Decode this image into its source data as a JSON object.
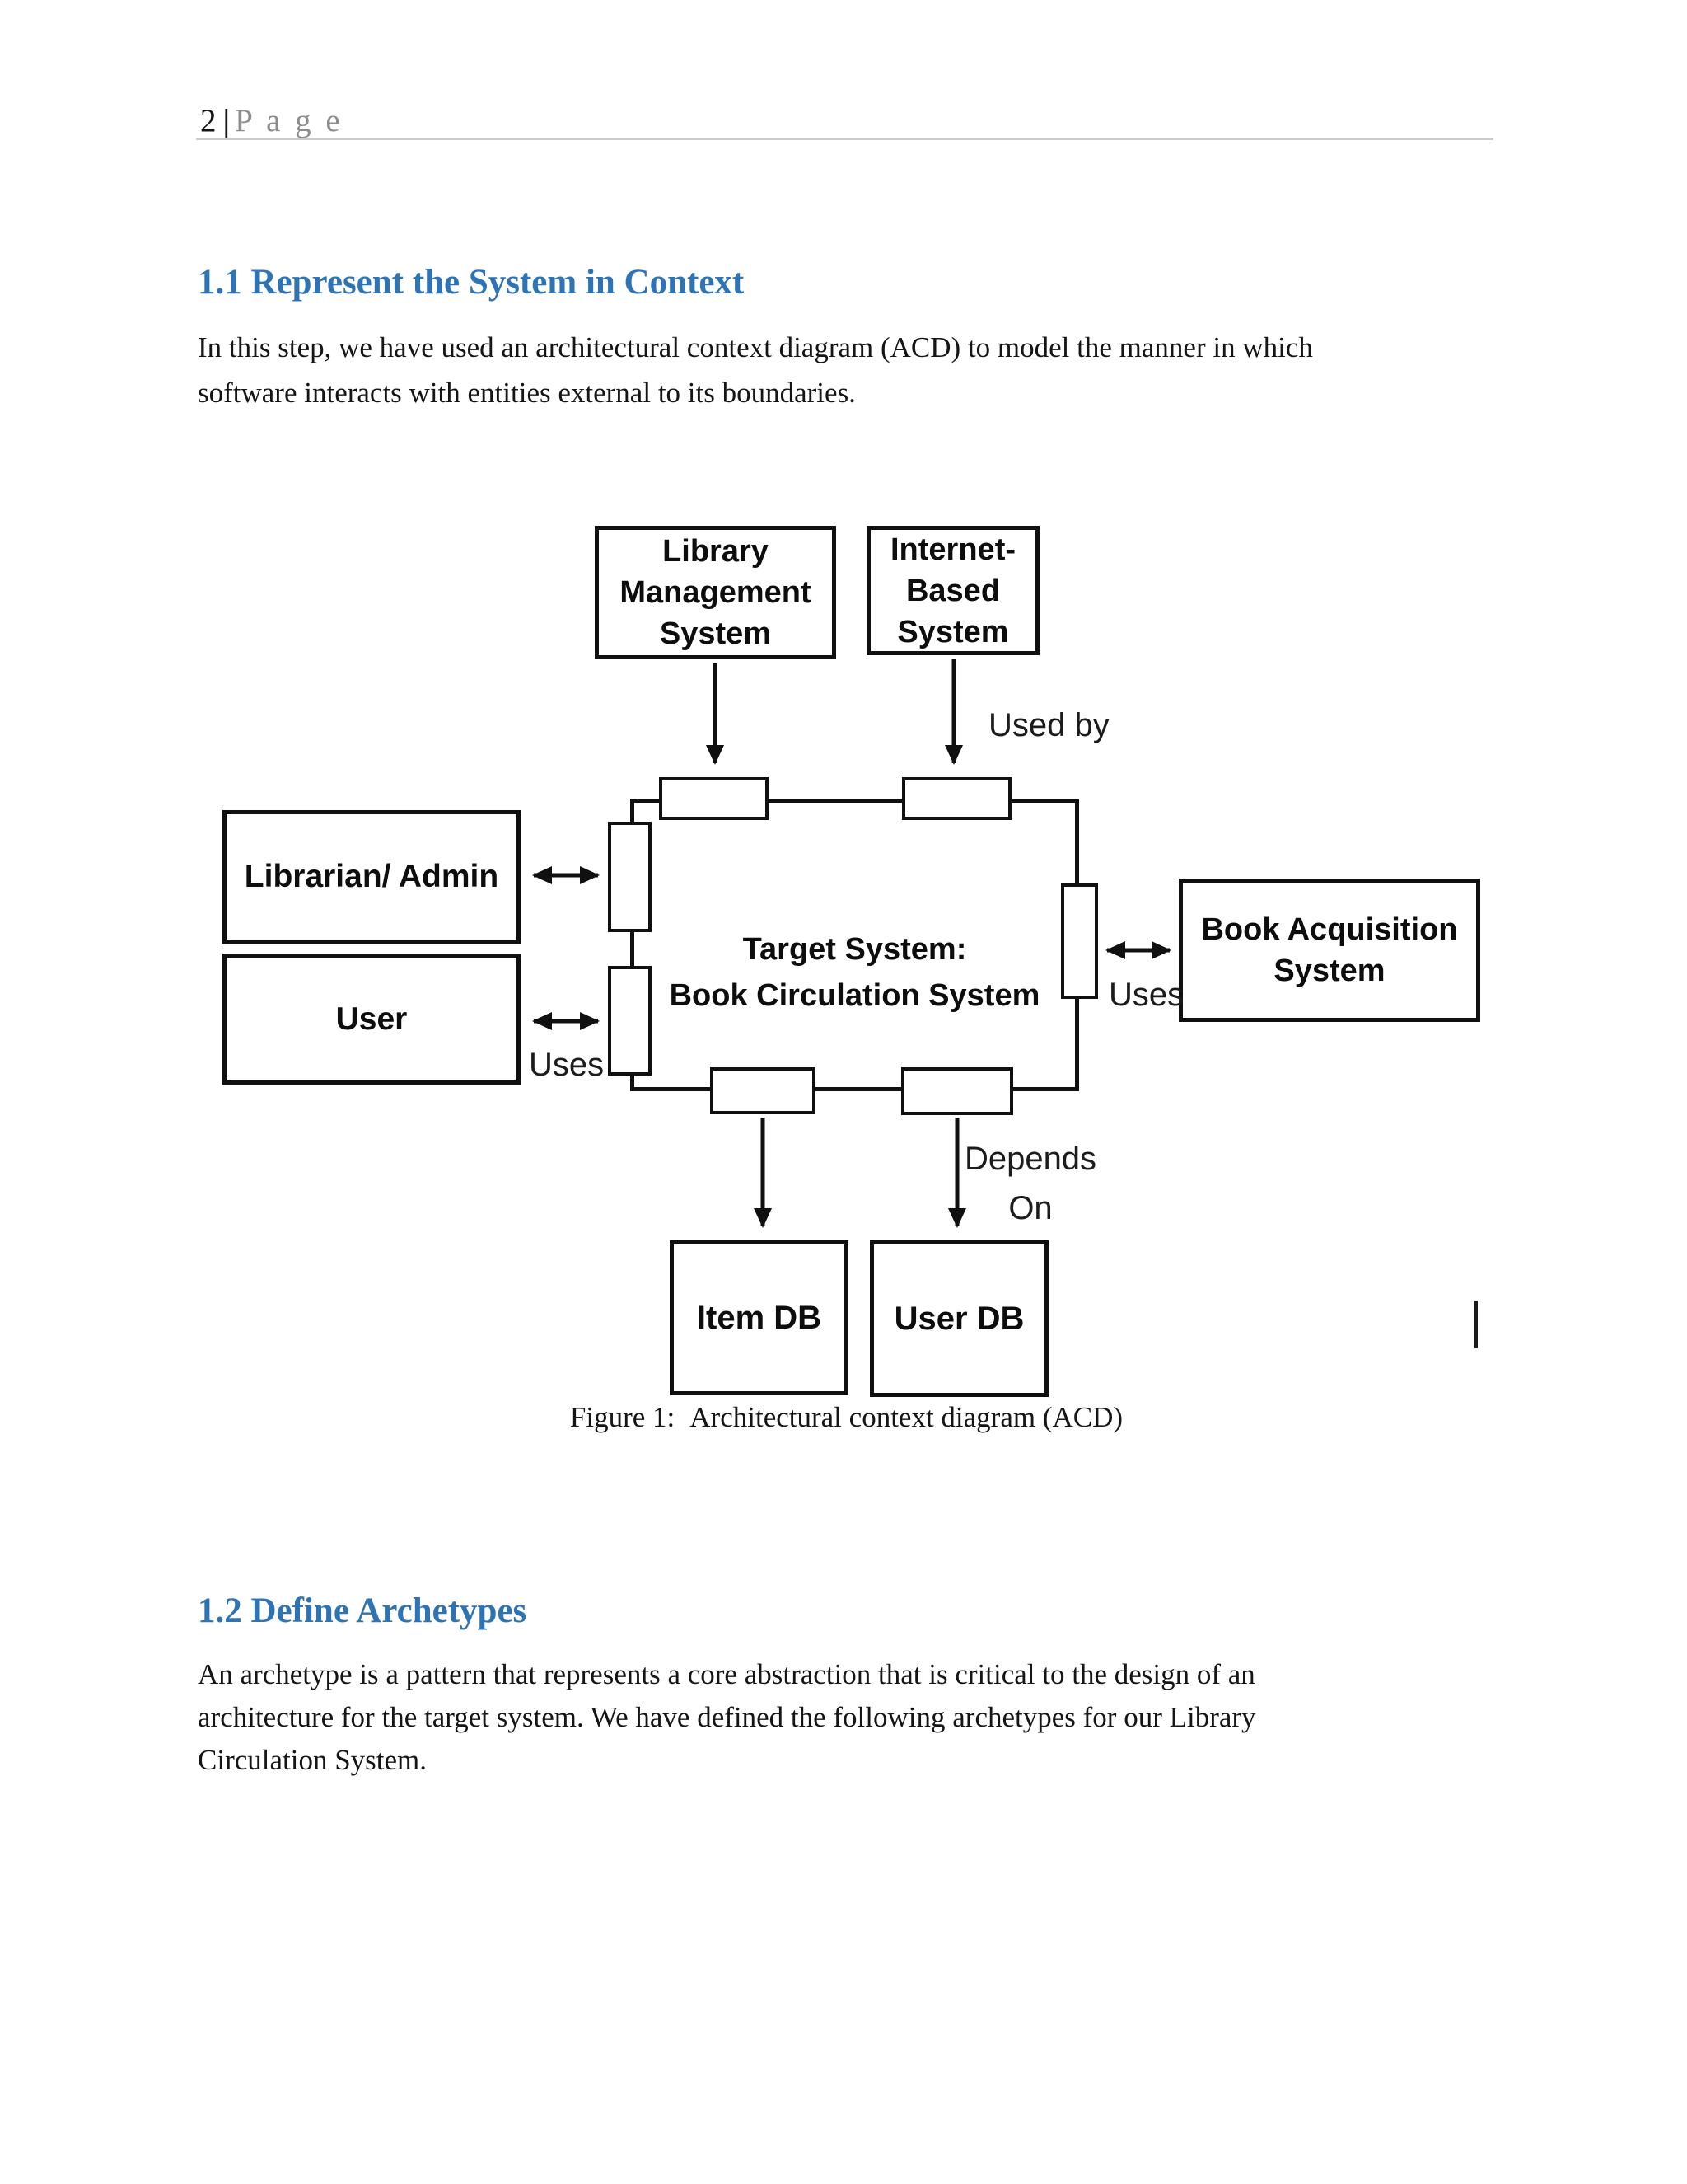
{
  "page": {
    "header": {
      "page_number": "2",
      "separator": "|",
      "page_word": "P a g e"
    },
    "section_1": {
      "heading": "1.1 Represent the System in Context",
      "lines": [
        "In this step, we have used an architectural context diagram (ACD) to model the manner in which",
        "software interacts with entities external to its boundaries."
      ]
    },
    "figure_caption": {
      "label": "Figure 1:",
      "text": "Architectural context diagram (ACD)"
    },
    "section_2": {
      "heading": "1.2 Define Archetypes",
      "lines": [
        "An archetype is a pattern that represents a core abstraction that is critical to the design of an",
        "architecture for the target system. We have defined the following archetypes for our Library",
        "Circulation System."
      ]
    }
  },
  "diagram": {
    "boxes": {
      "lib_mgmt": {
        "lines": [
          "Library",
          "Management",
          "System"
        ]
      },
      "internet": {
        "lines": [
          "Internet-",
          "Based",
          "System"
        ]
      },
      "librarian": {
        "label": "Librarian/ Admin"
      },
      "user": {
        "label": "User"
      },
      "central": {
        "lines": [
          "Target System:",
          "Book Circulation System"
        ]
      },
      "book_acq": {
        "lines": [
          "Book Acquisition",
          "System"
        ]
      },
      "item_db": {
        "label": "Item DB"
      },
      "user_db": {
        "label": "User DB"
      }
    },
    "labels": {
      "used_by": "Used by",
      "uses_left": "Uses",
      "uses_right": "Uses",
      "depends_line1": "Depends",
      "depends_line2": "On"
    }
  },
  "colors": {
    "heading_blue": "#2E74B5",
    "body_text": "#151515",
    "muted_gray": "#8c8c8c",
    "rule_gray": "#cccccc",
    "diagram_line": "#101010"
  }
}
